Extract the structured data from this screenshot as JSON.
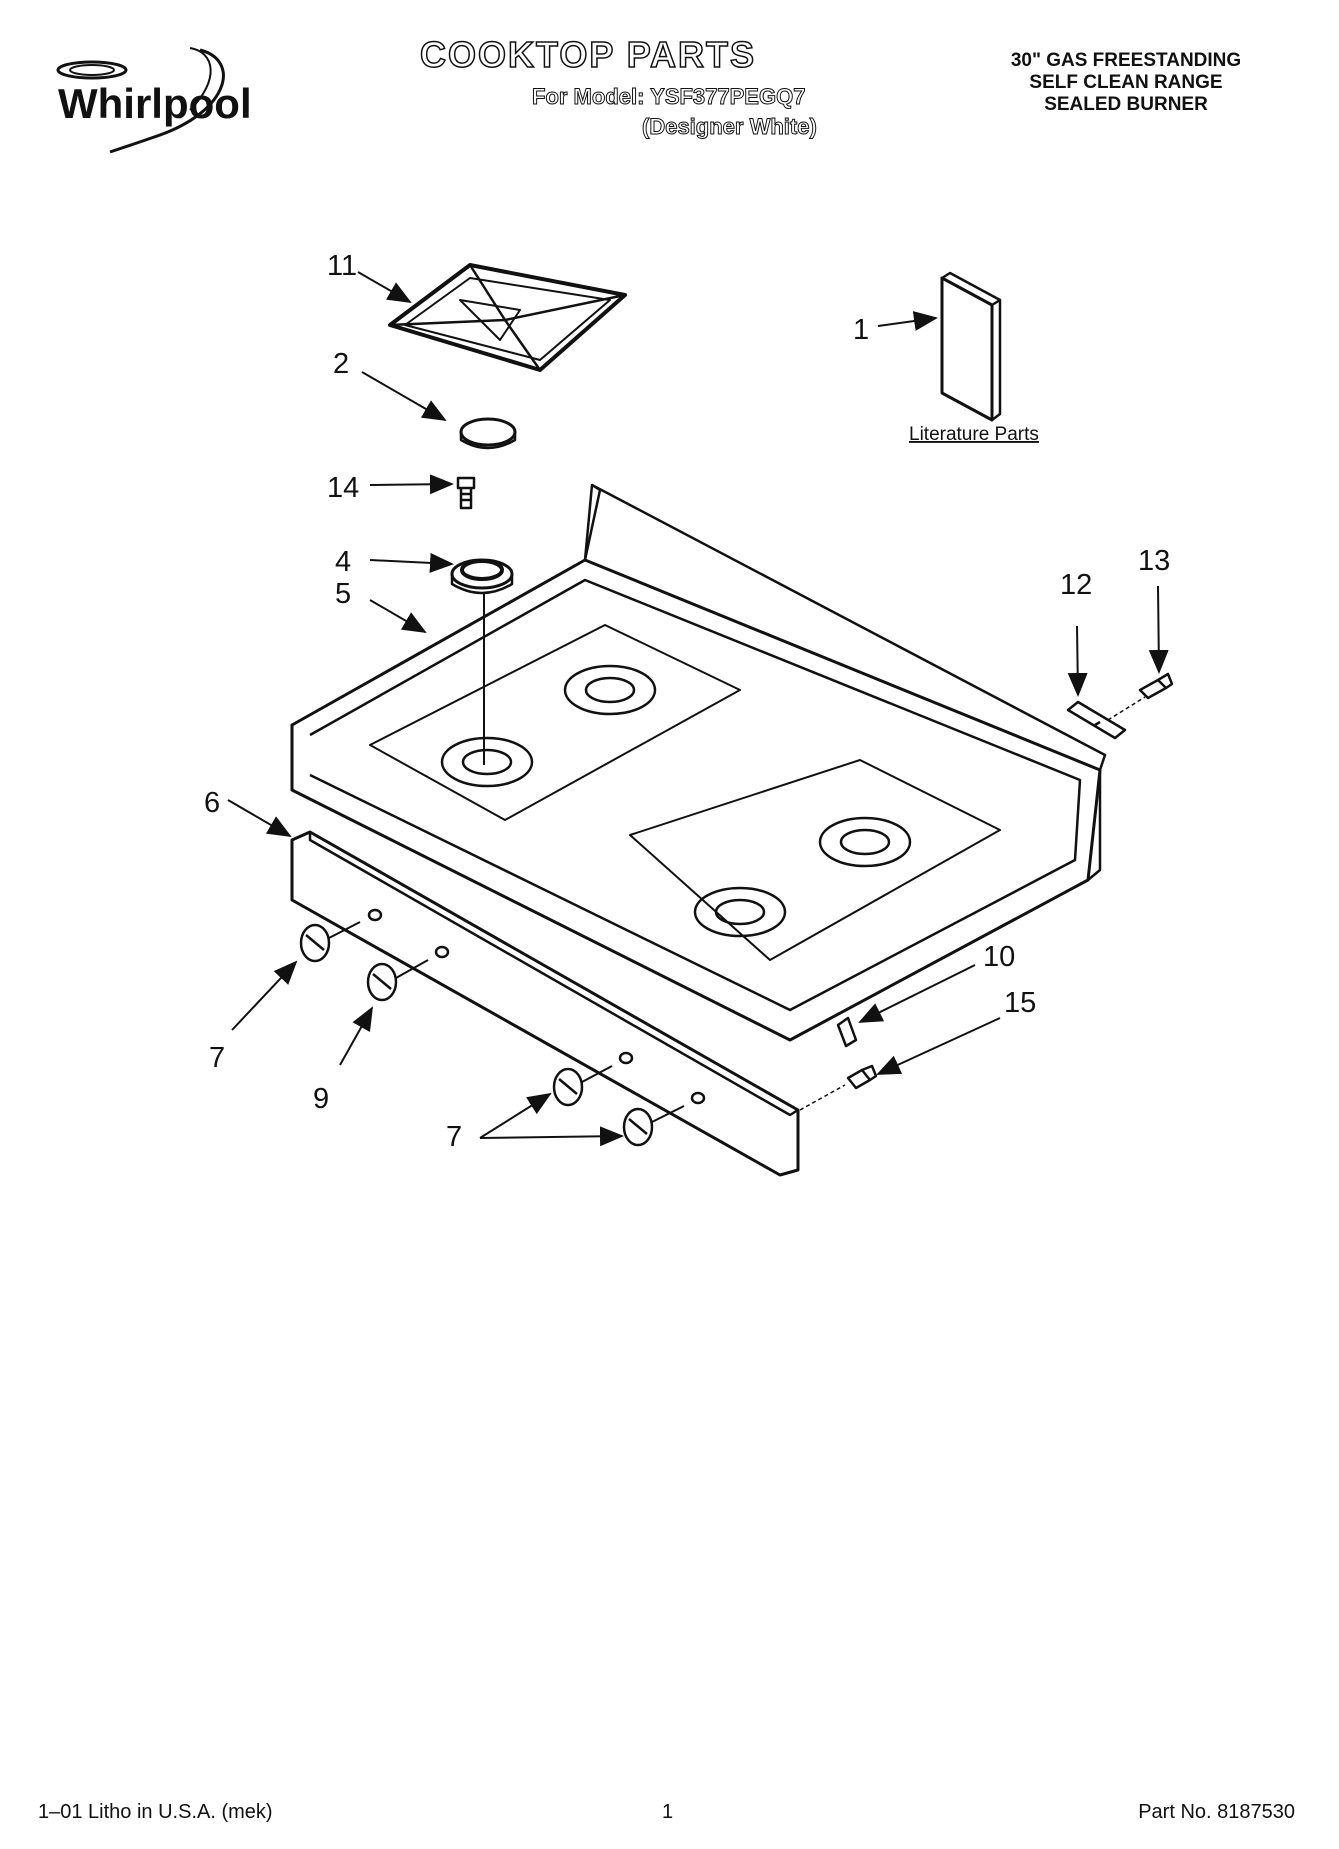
{
  "brand": "Whirlpool",
  "header": {
    "title": "COOKTOP PARTS",
    "model_line": "For Model: YSF377PEGQ7",
    "color_line": "(Designer White)",
    "range_desc": [
      "30\" GAS FREESTANDING",
      "SELF CLEAN RANGE",
      "SEALED BURNER"
    ]
  },
  "diagram": {
    "literature_label": "Literature Parts",
    "callouts": {
      "c1": "1",
      "c2": "2",
      "c4": "4",
      "c5": "5",
      "c6": "6",
      "c7a": "7",
      "c7b": "7",
      "c9": "9",
      "c10": "10",
      "c11": "11",
      "c12": "12",
      "c13": "13",
      "c14": "14",
      "c15": "15"
    }
  },
  "footer": {
    "litho": "1–01 Litho in U.S.A. (mek)",
    "page": "1",
    "part_no": "Part No. 8187530"
  }
}
